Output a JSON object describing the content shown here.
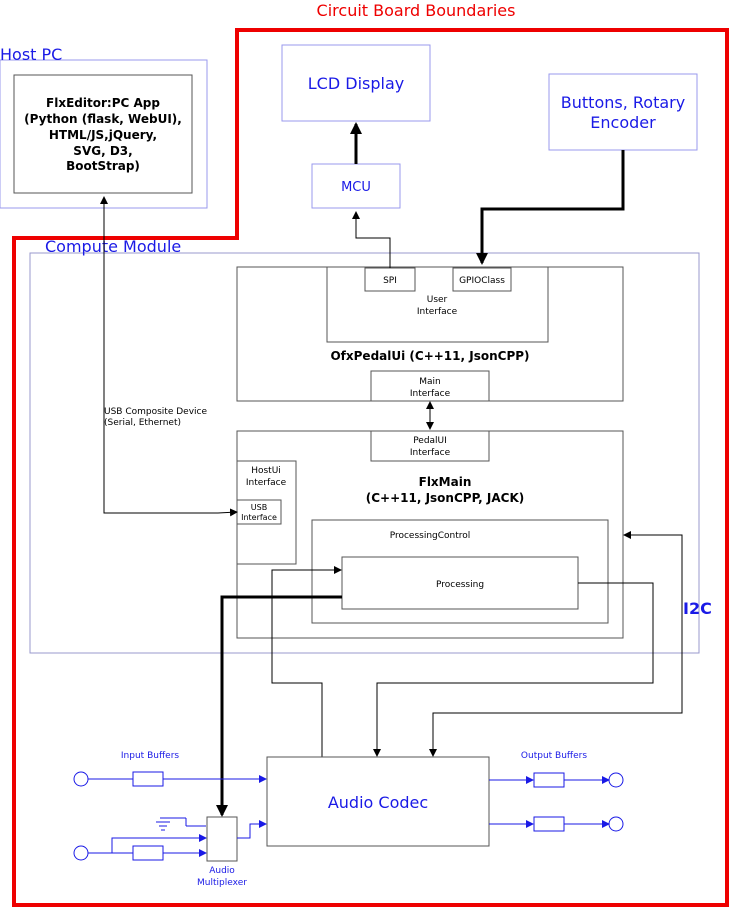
{
  "colors": {
    "board": "#ee0000",
    "accent": "#1a1ae6",
    "box_border": "#9999ee",
    "line": "#000000"
  },
  "board": {
    "title": "Circuit Board Boundaries"
  },
  "host_pc": {
    "title": "Host PC",
    "app_lines": [
      "FlxEditor:PC App",
      "(Python (flask, WebUI),",
      "HTML/JS,jQuery,",
      "SVG, D3,",
      "BootStrap)"
    ]
  },
  "lcd": {
    "label": "LCD Display"
  },
  "buttons": {
    "lines": [
      "Buttons, Rotary",
      "Encoder"
    ]
  },
  "mcu": {
    "label": "MCU"
  },
  "compute_module": {
    "title": "Compute Module"
  },
  "spi": {
    "label": "SPI"
  },
  "gpio": {
    "label": "GPIOClass"
  },
  "user_interface": {
    "lines": [
      "User",
      "Interface"
    ]
  },
  "pedalui": {
    "title": "OfxPedalUi (C++11, JsonCPP)"
  },
  "main_interface": {
    "lines": [
      "Main",
      "Interface"
    ]
  },
  "usb_composite": {
    "lines": [
      "USB Composite Device",
      "(Serial, Ethernet)"
    ]
  },
  "pedalui_interface": {
    "lines": [
      "PedalUI",
      "Interface"
    ]
  },
  "flxmain": {
    "lines": [
      "FlxMain",
      "(C++11, JsonCPP, JACK)"
    ]
  },
  "hostui_interface": {
    "lines": [
      "HostUi",
      "Interface"
    ]
  },
  "usb_interface": {
    "lines": [
      "USB",
      "Interface"
    ]
  },
  "processing_control": {
    "label": "ProcessingControl"
  },
  "processing": {
    "label": "Processing"
  },
  "i2c": {
    "label": "I2C"
  },
  "input_buffers": {
    "label": "Input Buffers"
  },
  "output_buffers": {
    "label": "Output Buffers"
  },
  "audio_codec": {
    "label": "Audio Codec"
  },
  "audio_mux": {
    "lines": [
      "Audio",
      "Multiplexer"
    ]
  }
}
